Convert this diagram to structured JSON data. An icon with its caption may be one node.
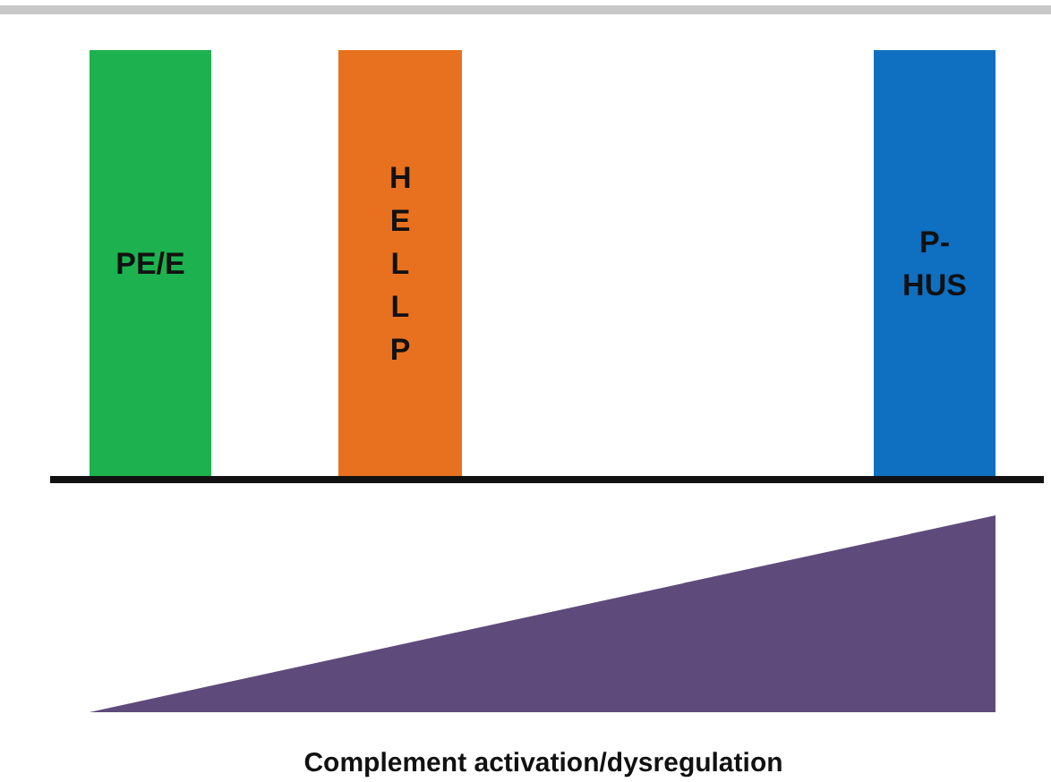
{
  "diagram": {
    "nodes": [
      {
        "text": [
          "PE/E"
        ]
      },
      {
        "text": [
          "HELLP"
        ]
      },
      {
        "text": [
          "P- HUS"
        ]
      }
    ],
    "labels": [
      "Complement activation/dysregulation"
    ]
  }
}
